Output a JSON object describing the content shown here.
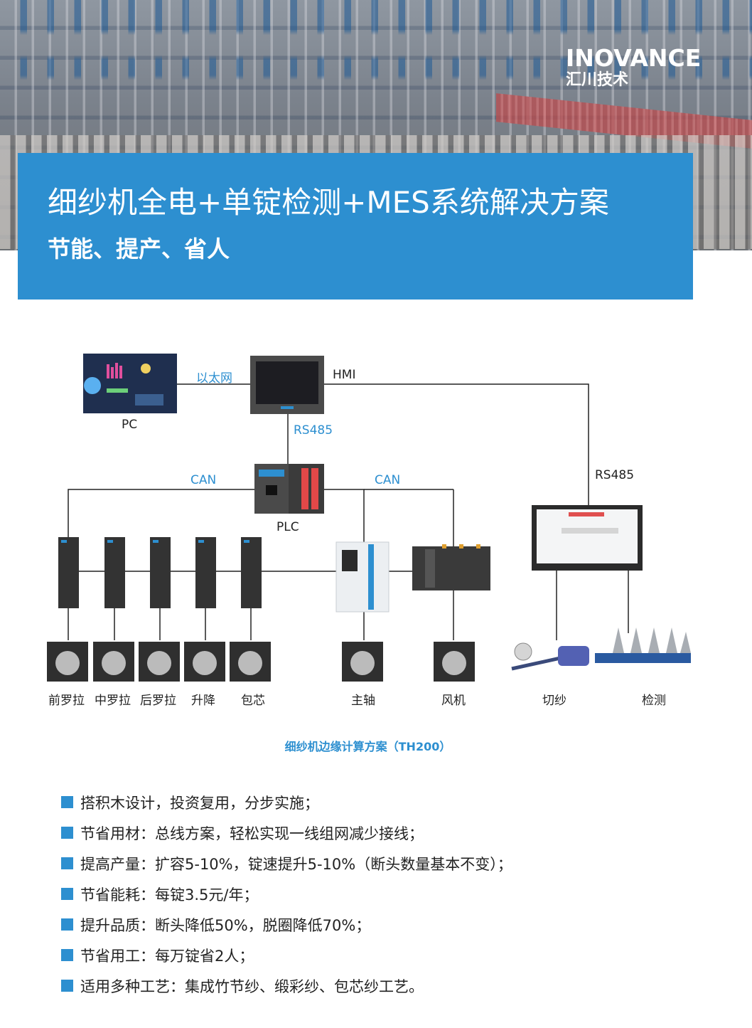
{
  "brand": {
    "name_en": "INOVANCE",
    "name_cn": "汇川技术"
  },
  "banner": {
    "title": "细纱机全电+单锭检测+MES系统解决方案",
    "subtitle": "节能、提产、省人"
  },
  "diagram": {
    "pc_label": "PC",
    "hmi_label": "HMI",
    "ethernet_label": "以太网",
    "rs485_top": "RS485",
    "rs485_right": "RS485",
    "plc_label": "PLC",
    "can_left": "CAN",
    "can_right": "CAN",
    "motors": [
      "前罗拉",
      "中罗拉",
      "后罗拉",
      "升降",
      "包芯"
    ],
    "spindle_label": "主轴",
    "fan_label": "风机",
    "cut_label": "切纱",
    "detect_label": "检测"
  },
  "caption": "细纱机边缘计算方案（TH200）",
  "features": [
    "搭积木设计，投资复用，分步实施；",
    "节省用材：总线方案，轻松实现一线组网减少接线；",
    "提高产量：扩容5-10%，锭速提升5-10%（断头数量基本不变）；",
    "节省能耗：每锭3.5元/年；",
    "提升品质：断头降低50%，脱圈降低70%；",
    "节省用工：每万锭省2人；",
    "适用多种工艺：集成竹节纱、缎彩纱、包芯纱工艺。"
  ],
  "colors": {
    "accent": "#2d8fd0"
  }
}
